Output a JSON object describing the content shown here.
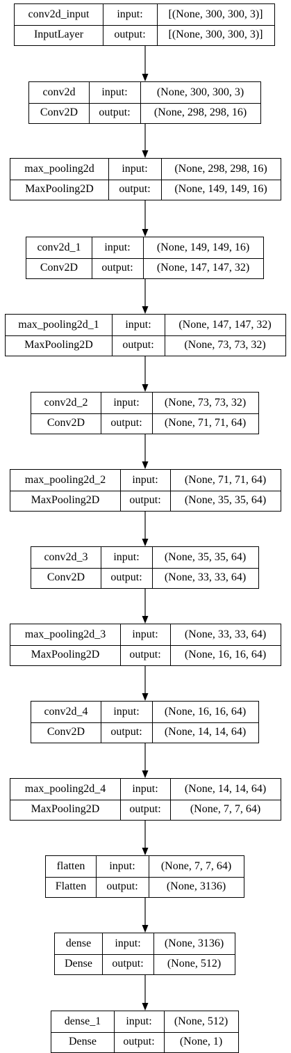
{
  "layers": [
    {
      "name": "conv2d_input",
      "type": "InputLayer",
      "in_label": "input:",
      "out_label": "output:",
      "input": "[(None, 300, 300, 3)]",
      "output": "[(None, 300, 300, 3)]"
    },
    {
      "name": "conv2d",
      "type": "Conv2D",
      "in_label": "input:",
      "out_label": "output:",
      "input": "(None, 300, 300, 3)",
      "output": "(None, 298, 298, 16)"
    },
    {
      "name": "max_pooling2d",
      "type": "MaxPooling2D",
      "in_label": "input:",
      "out_label": "output:",
      "input": "(None, 298, 298, 16)",
      "output": "(None, 149, 149, 16)"
    },
    {
      "name": "conv2d_1",
      "type": "Conv2D",
      "in_label": "input:",
      "out_label": "output:",
      "input": "(None, 149, 149, 16)",
      "output": "(None, 147, 147, 32)"
    },
    {
      "name": "max_pooling2d_1",
      "type": "MaxPooling2D",
      "in_label": "input:",
      "out_label": "output:",
      "input": "(None, 147, 147, 32)",
      "output": "(None, 73, 73, 32)"
    },
    {
      "name": "conv2d_2",
      "type": "Conv2D",
      "in_label": "input:",
      "out_label": "output:",
      "input": "(None, 73, 73, 32)",
      "output": "(None, 71, 71, 64)"
    },
    {
      "name": "max_pooling2d_2",
      "type": "MaxPooling2D",
      "in_label": "input:",
      "out_label": "output:",
      "input": "(None, 71, 71, 64)",
      "output": "(None, 35, 35, 64)"
    },
    {
      "name": "conv2d_3",
      "type": "Conv2D",
      "in_label": "input:",
      "out_label": "output:",
      "input": "(None, 35, 35, 64)",
      "output": "(None, 33, 33, 64)"
    },
    {
      "name": "max_pooling2d_3",
      "type": "MaxPooling2D",
      "in_label": "input:",
      "out_label": "output:",
      "input": "(None, 33, 33, 64)",
      "output": "(None, 16, 16, 64)"
    },
    {
      "name": "conv2d_4",
      "type": "Conv2D",
      "in_label": "input:",
      "out_label": "output:",
      "input": "(None, 16, 16, 64)",
      "output": "(None, 14, 14, 64)"
    },
    {
      "name": "max_pooling2d_4",
      "type": "MaxPooling2D",
      "in_label": "input:",
      "out_label": "output:",
      "input": "(None, 14, 14, 64)",
      "output": "(None, 7, 7, 64)"
    },
    {
      "name": "flatten",
      "type": "Flatten",
      "in_label": "input:",
      "out_label": "output:",
      "input": "(None, 7, 7, 64)",
      "output": "(None, 3136)"
    },
    {
      "name": "dense",
      "type": "Dense",
      "in_label": "input:",
      "out_label": "output:",
      "input": "(None, 3136)",
      "output": "(None, 512)"
    },
    {
      "name": "dense_1",
      "type": "Dense",
      "in_label": "input:",
      "out_label": "output:",
      "input": "(None, 512)",
      "output": "(None, 1)"
    }
  ]
}
